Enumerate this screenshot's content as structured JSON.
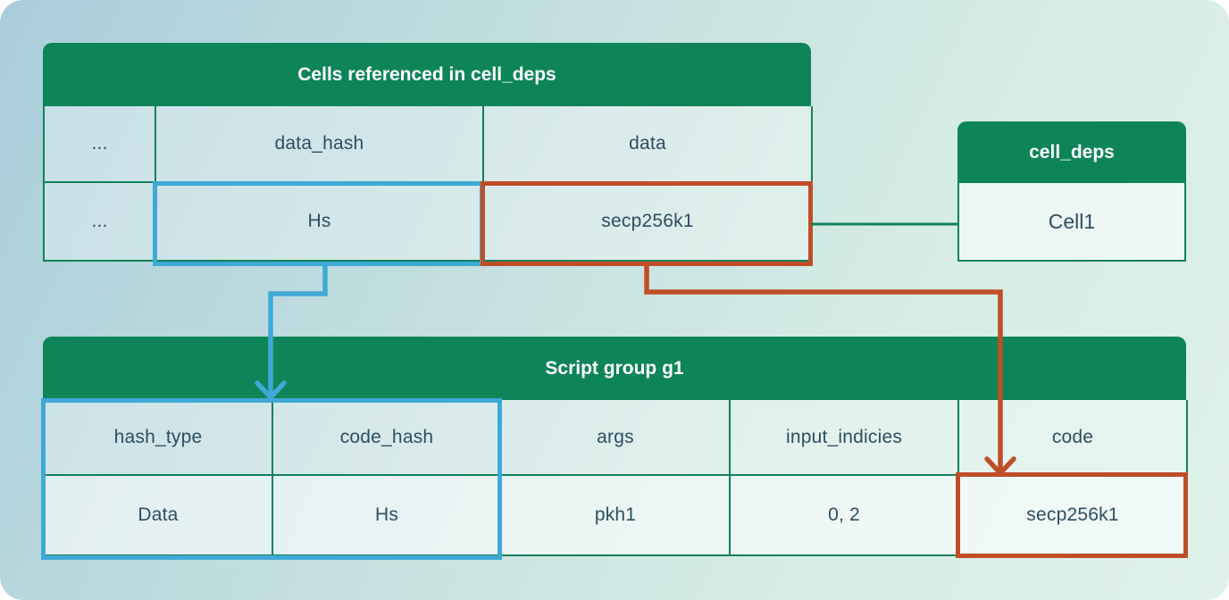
{
  "cells_table": {
    "title": "Cells referenced in cell_deps",
    "header_row": [
      "...",
      "data_hash",
      "data"
    ],
    "value_row": [
      "...",
      "Hs",
      "secp256k1"
    ]
  },
  "cell_deps_table": {
    "title": "cell_deps",
    "value": "Cell1"
  },
  "script_group_table": {
    "title": "Script group g1",
    "columns": [
      "hash_type",
      "code_hash",
      "args",
      "input_indicies",
      "code"
    ],
    "values": [
      "Data",
      "Hs",
      "pkh1",
      "0, 2",
      "secp256k1"
    ]
  },
  "connections": [
    {
      "name": "blue-arrow",
      "from": "cells_table.value_row.Hs",
      "to": "script_group_table.hash_type_code_hash_columns",
      "color": "#3fa9d6"
    },
    {
      "name": "red-arrow",
      "from": "cells_table.value_row.secp256k1",
      "to": "script_group_table.values.code",
      "color": "#bf4e28"
    },
    {
      "name": "green-connector",
      "from": "cells_table.value_row.secp256k1",
      "to": "cell_deps_table.value.Cell1",
      "color": "#11815a"
    }
  ],
  "colors": {
    "header_green": "#0e8459",
    "border_green": "#11815a",
    "highlight_blue": "#3fa9d6",
    "highlight_red": "#bf4e28",
    "text_dark": "#2d4e63",
    "background_top_left": "#a9cedb",
    "background_bottom_right": "#def2e9"
  }
}
